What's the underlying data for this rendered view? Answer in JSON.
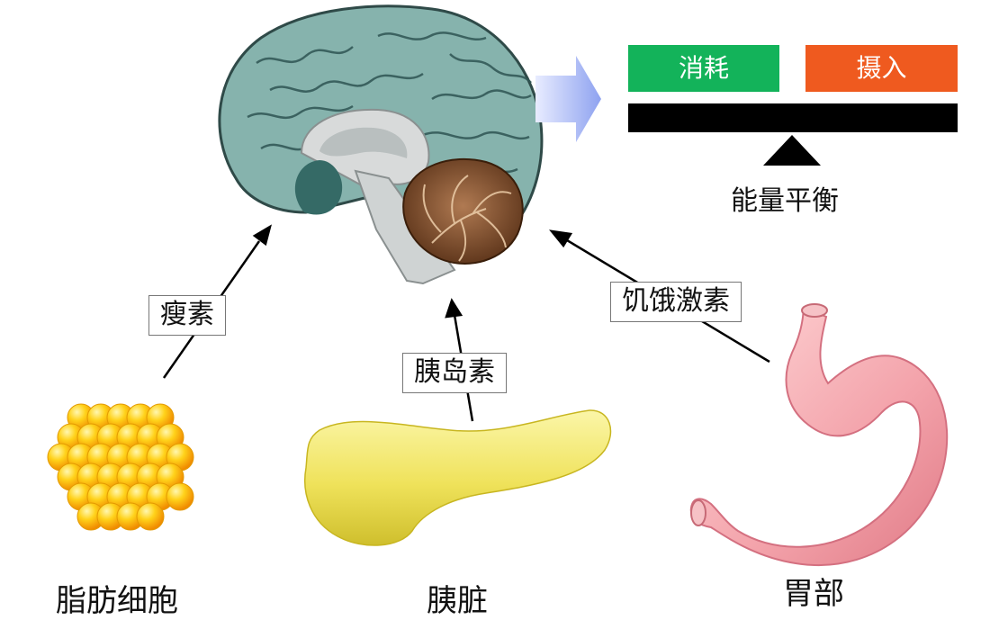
{
  "balance": {
    "consume_label": "消耗",
    "intake_label": "摄入",
    "title": "能量平衡",
    "consume_color": "#13b35a",
    "intake_color": "#ef5a1f"
  },
  "hormones": {
    "leptin": "瘦素",
    "insulin": "胰岛素",
    "ghrelin": "饥饿激素"
  },
  "organs": {
    "fat_cells": "脂肪细胞",
    "pancreas": "胰脏",
    "stomach": "胃部"
  }
}
